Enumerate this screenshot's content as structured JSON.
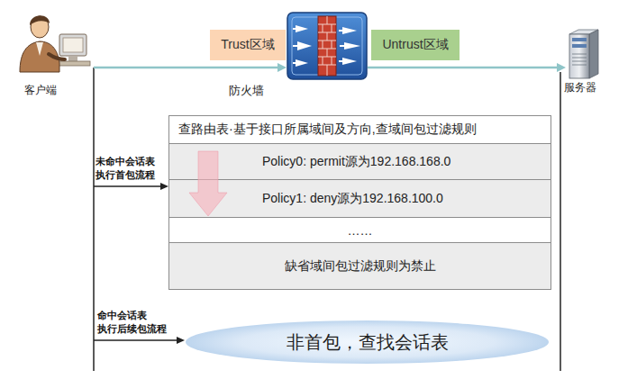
{
  "diagram": {
    "nodes": [
      {
        "text": [
          "客户端"
        ]
      },
      {
        "text": [
          "Trust区域"
        ]
      },
      {
        "text": [
          "防火墙"
        ]
      },
      {
        "text": [
          "Untrust区域"
        ]
      },
      {
        "text": [
          "服务器"
        ]
      },
      {
        "text": [
          "查路由表·基于接口所属域间及方向,查域间包过滤规则"
        ]
      },
      {
        "text": [
          "Policy0: permit源为192.168.168.0"
        ]
      },
      {
        "text": [
          "Policy1: deny源为192.168.100.0"
        ]
      },
      {
        "text": [
          "……"
        ]
      },
      {
        "text": [
          "缺省域间包过滤规则为禁止"
        ]
      },
      {
        "text": [
          "非首包，查找会话表"
        ]
      }
    ],
    "edges": [
      {
        "from": 0,
        "to": 2,
        "arrow": "to"
      },
      {
        "from": 2,
        "to": 4,
        "arrow": "to"
      }
    ],
    "labels": [
      "未命中会话表 执行首包流程",
      "命中会话表 执行后续包流程"
    ]
  }
}
